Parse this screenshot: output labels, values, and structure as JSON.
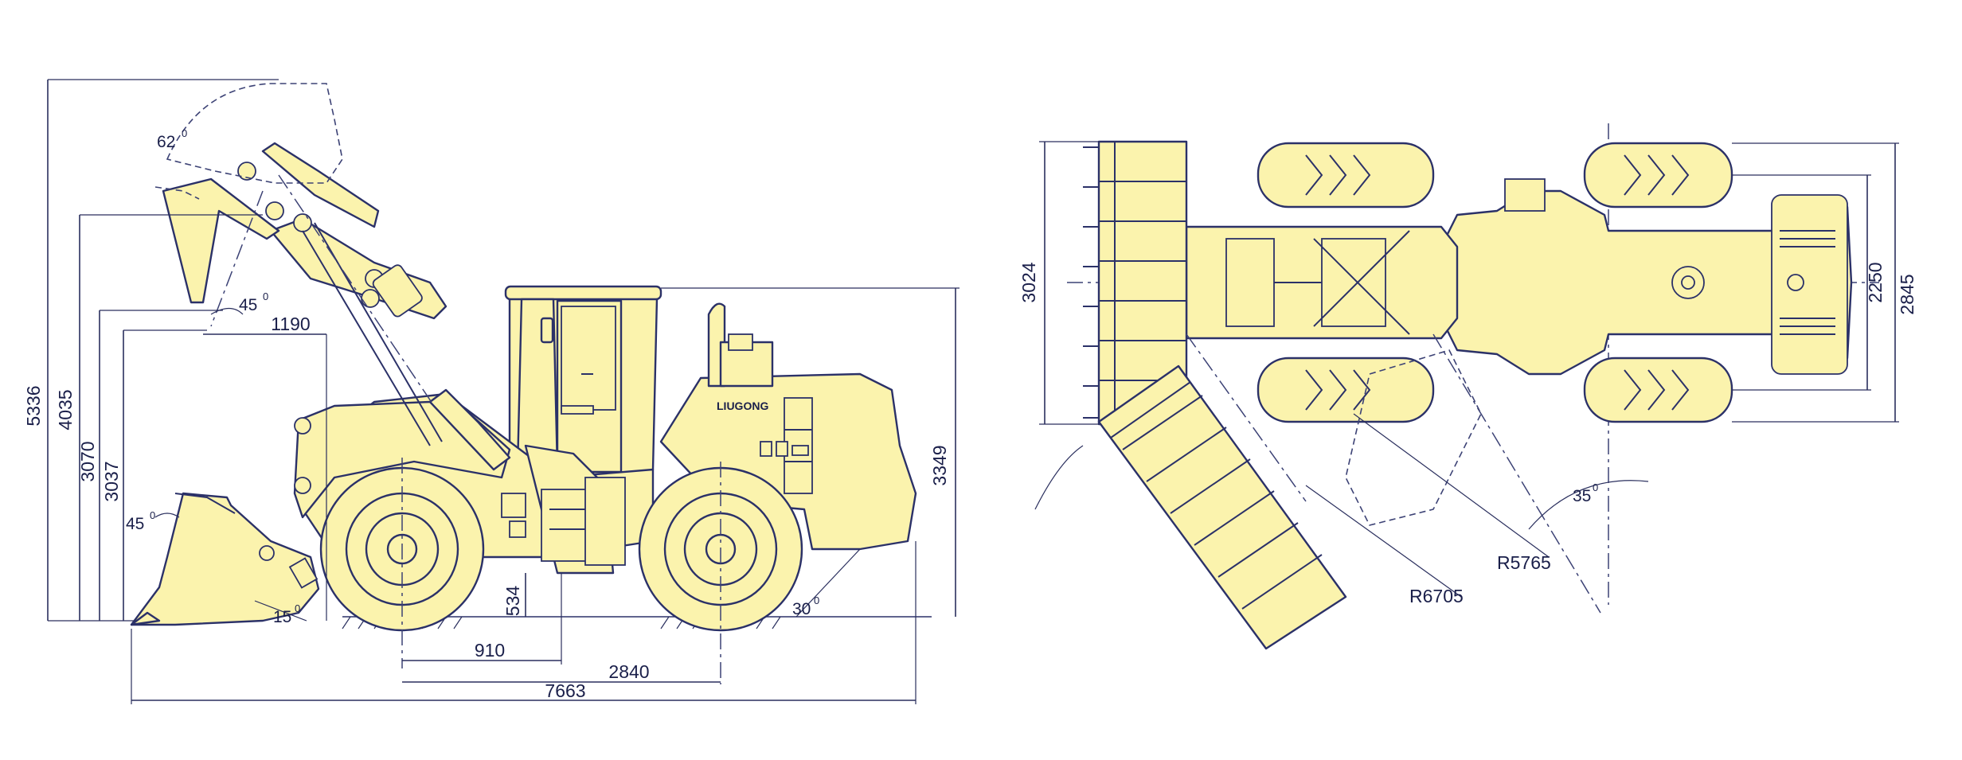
{
  "side_view": {
    "dimensions": {
      "overall_height_raised": "5336",
      "hinge_pin_height": "4035",
      "dump_clearance": "3070",
      "dump_clearance_alt": "3037",
      "cab_height": "3349",
      "dump_reach": "1190",
      "ground_clearance": "534",
      "front_axle_to_pin": "910",
      "wheelbase": "2840",
      "overall_length": "7663"
    },
    "angles": {
      "rollback_raised": "62",
      "dump_angle": "45",
      "rollback_ground": "45",
      "approach_angle": "15",
      "departure_angle": "30"
    },
    "brand_label": "LIUGONG"
  },
  "top_view": {
    "dimensions": {
      "bucket_width": "3024",
      "tread_width": "2250",
      "overall_width": "2845",
      "outer_turning_radius": "R6705",
      "inner_turning_radius": "R5765"
    },
    "angles": {
      "articulation_angle": "35"
    }
  },
  "colors": {
    "body_fill": "#fbf3ad",
    "outline": "#2b3168",
    "text": "#1a1f4a"
  }
}
